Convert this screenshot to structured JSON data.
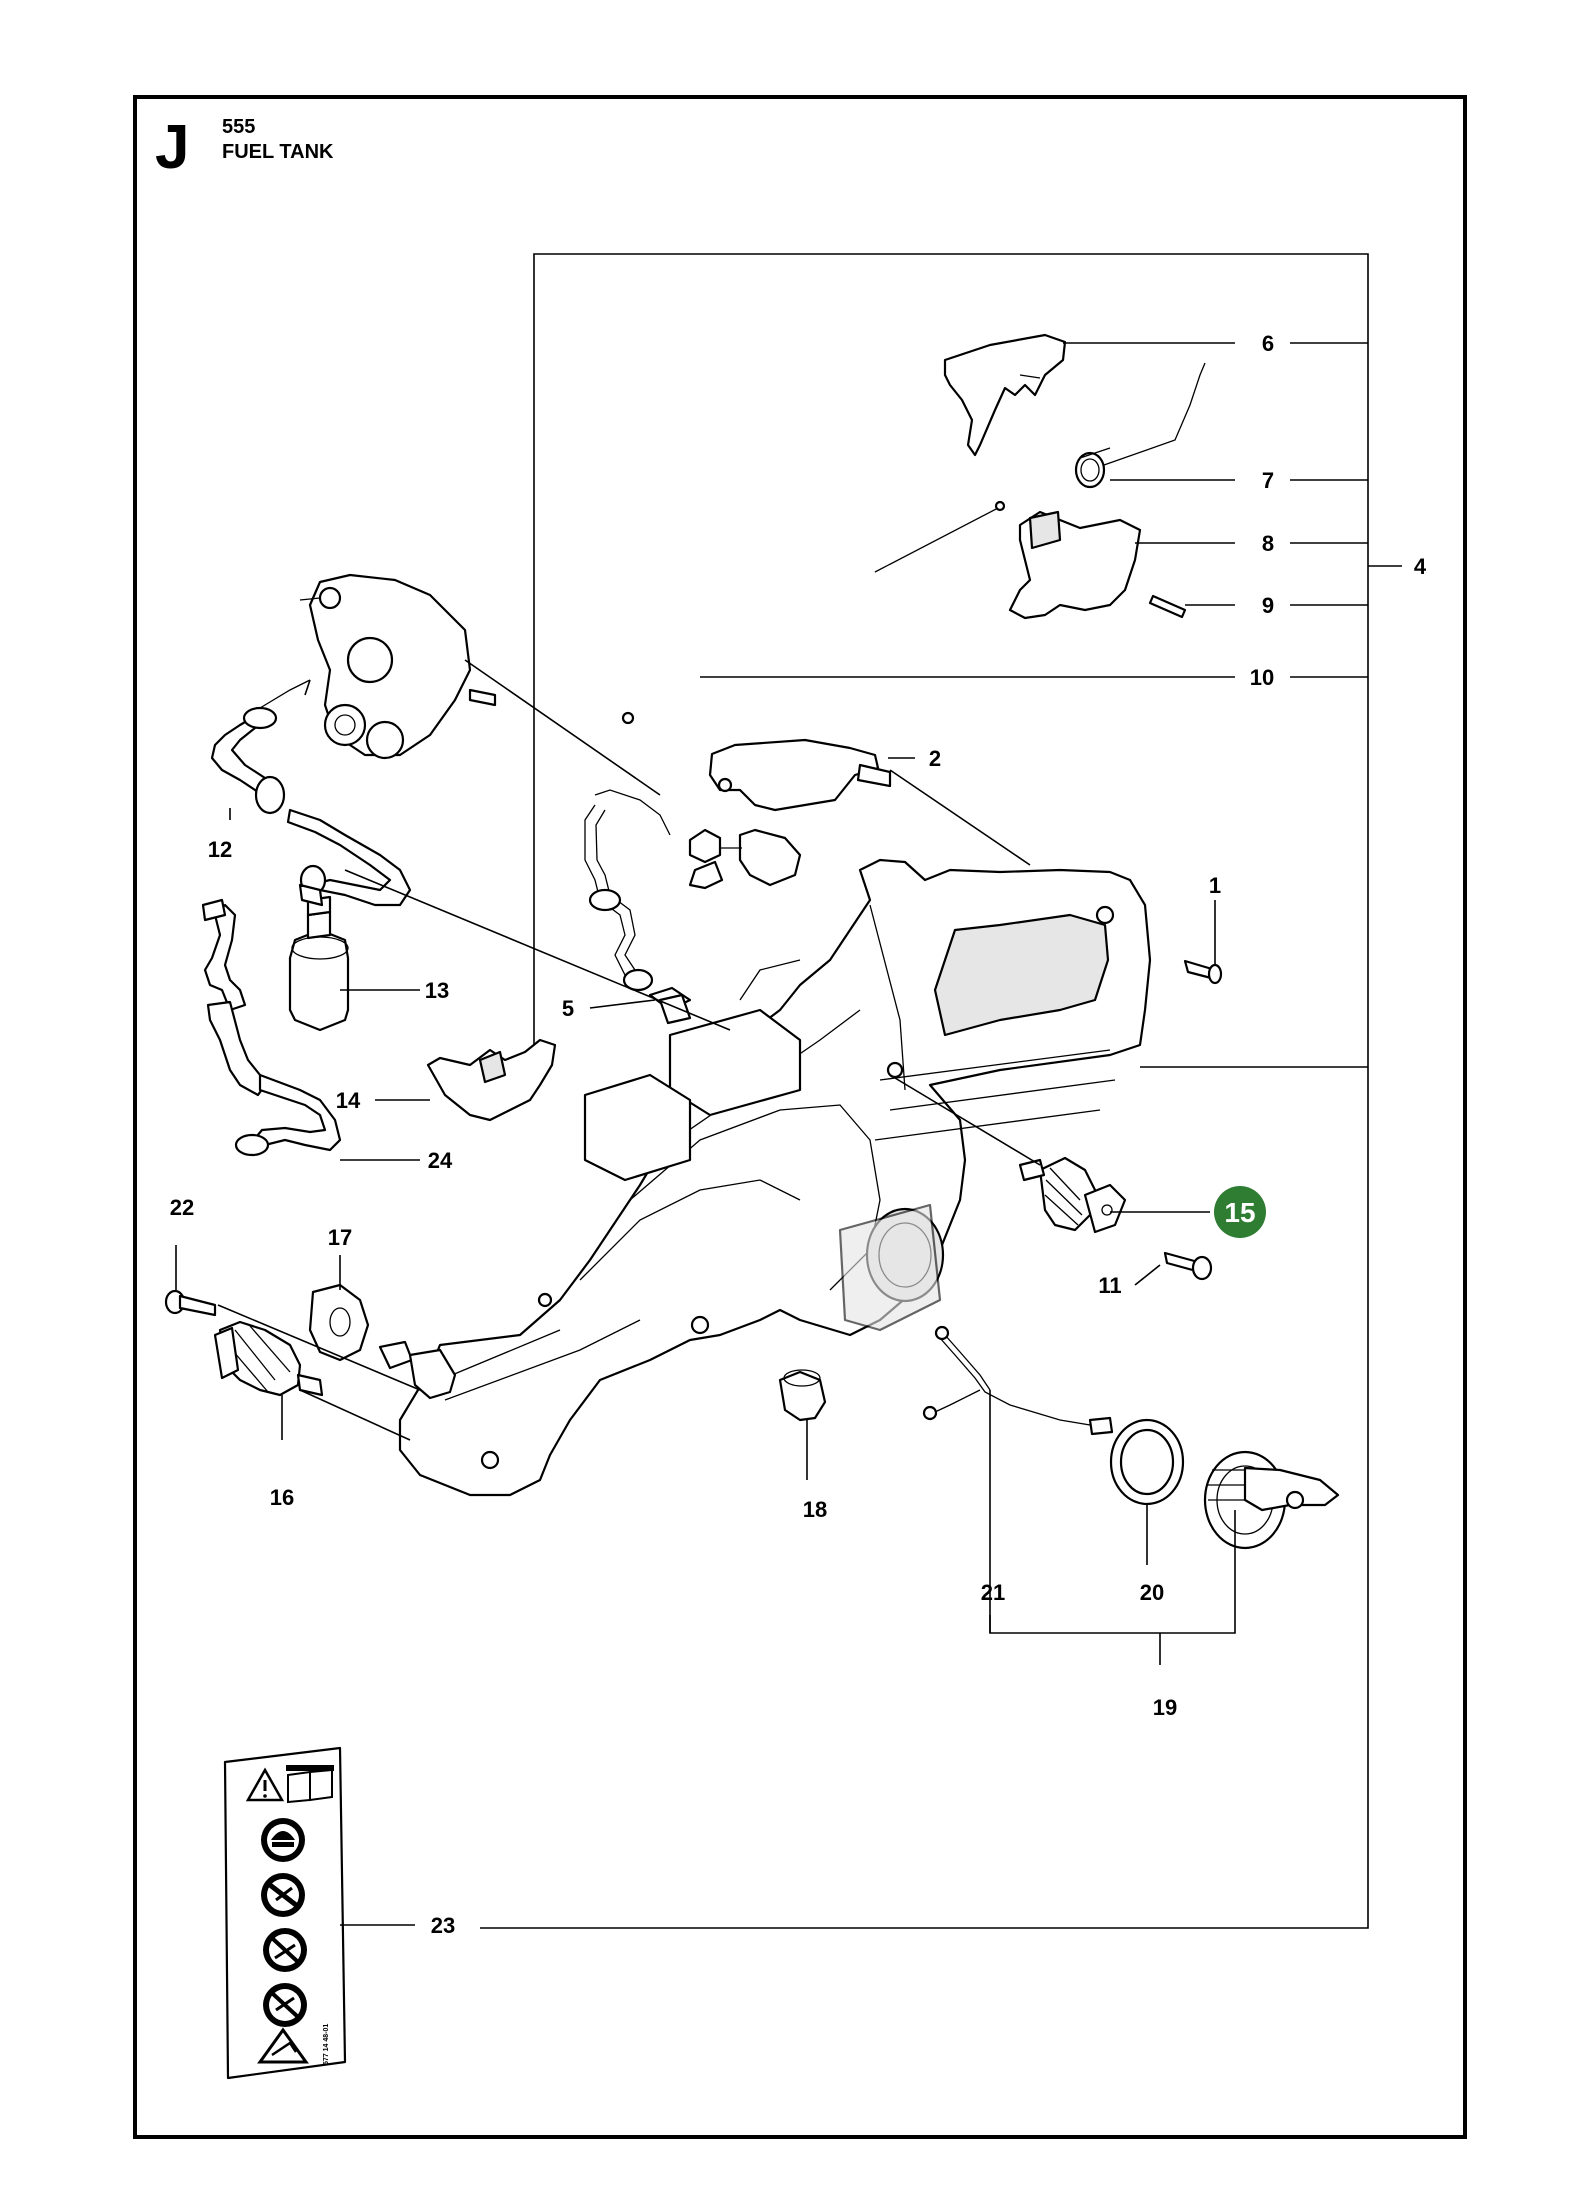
{
  "sheet": {
    "section_letter": "J",
    "model": "555",
    "title": "FUEL TANK",
    "highlight_color": "#2e7d32"
  },
  "callouts": {
    "c1": "1",
    "c2": "2",
    "c4": "4",
    "c5": "5",
    "c6": "6",
    "c7": "7",
    "c8": "8",
    "c9": "9",
    "c10": "10",
    "c11": "11",
    "c12": "12",
    "c13": "13",
    "c14": "14",
    "c15": "15",
    "c16": "16",
    "c17": "17",
    "c18": "18",
    "c19": "19",
    "c20": "20",
    "c21": "21",
    "c22": "22",
    "c23": "23",
    "c24": "24"
  },
  "decal": {
    "icons": [
      "warning-triangle-icon",
      "manual-book-icon",
      "head-protection-icon",
      "no-one-hand-icon",
      "no-kickback-icon",
      "no-tip-contact-icon",
      "kickback-warning-icon"
    ],
    "code": "577 14 48-01"
  }
}
